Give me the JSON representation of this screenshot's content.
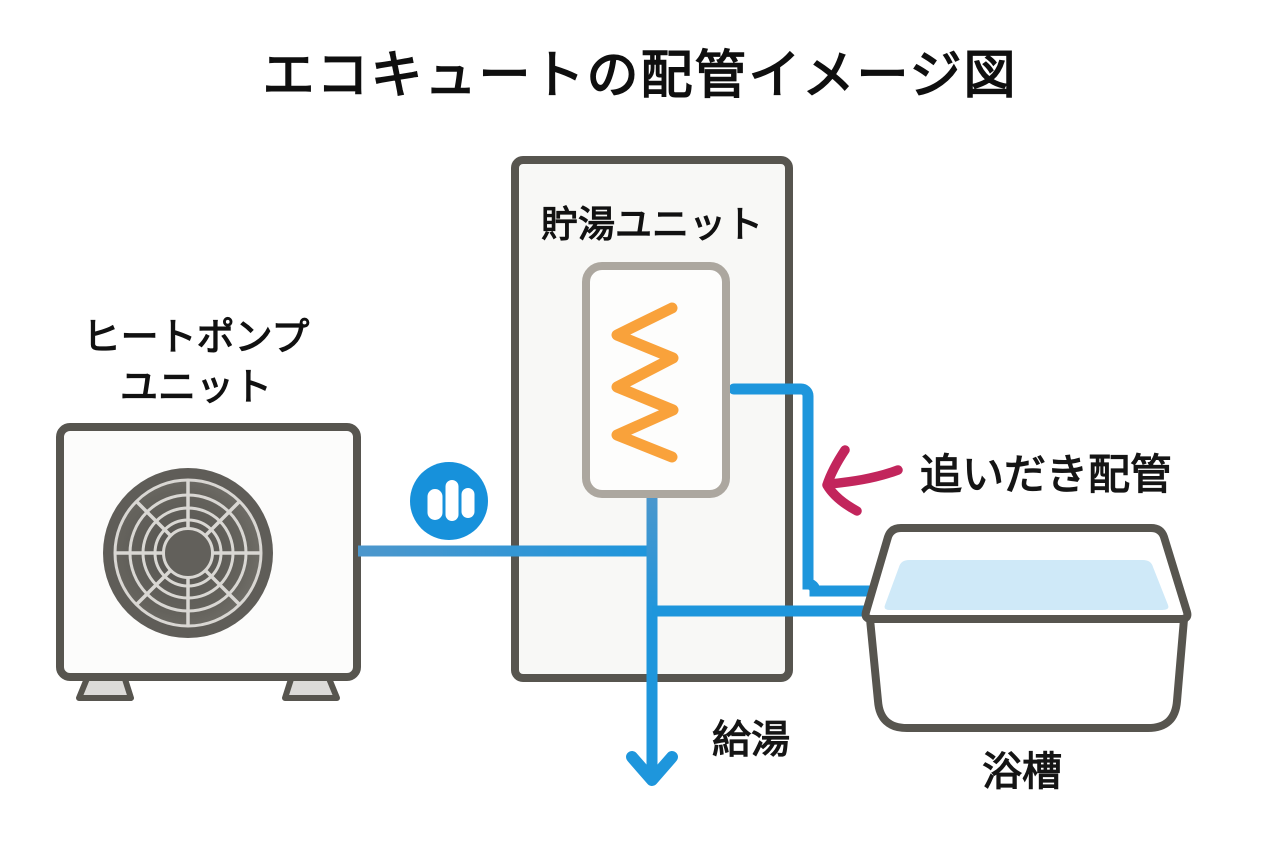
{
  "title": "エコキュートの配管イメージ図",
  "labels": {
    "heat_pump_line1": "ヒートポンプ",
    "heat_pump_line2": "ユニット",
    "tank_unit": "貯湯ユニット",
    "reheat_pipe": "追いだき配管",
    "hot_water_supply": "給湯",
    "bathtub": "浴槽"
  },
  "icons": {
    "fan": "fan-icon",
    "heating_coil": "heating-coil-icon",
    "pump": "pump-icon",
    "down_arrow": "down-arrow-icon",
    "left_arrow": "reheat-arrow-icon"
  },
  "colors": {
    "outline": "#57554F",
    "unit_fill": "#FCFCFB",
    "tank_fill": "#F8F8F6",
    "inner_tank_border": "#ACA79F",
    "inner_tank_fill": "#FDFDFC",
    "coil_orange": "#F9A23B",
    "pipe_blue": "#1E96DC",
    "pipe_blue_muted": "#4D97CC",
    "pump_blue": "#1791DB",
    "water_blue": "#CFE9F8",
    "arrow_crimson": "#C2255C",
    "grille_gray": "#D9D7D3",
    "fan_ring": "#5F5D58",
    "fan_hub": "#62605B",
    "foot_fill": "#DCDBD9"
  }
}
